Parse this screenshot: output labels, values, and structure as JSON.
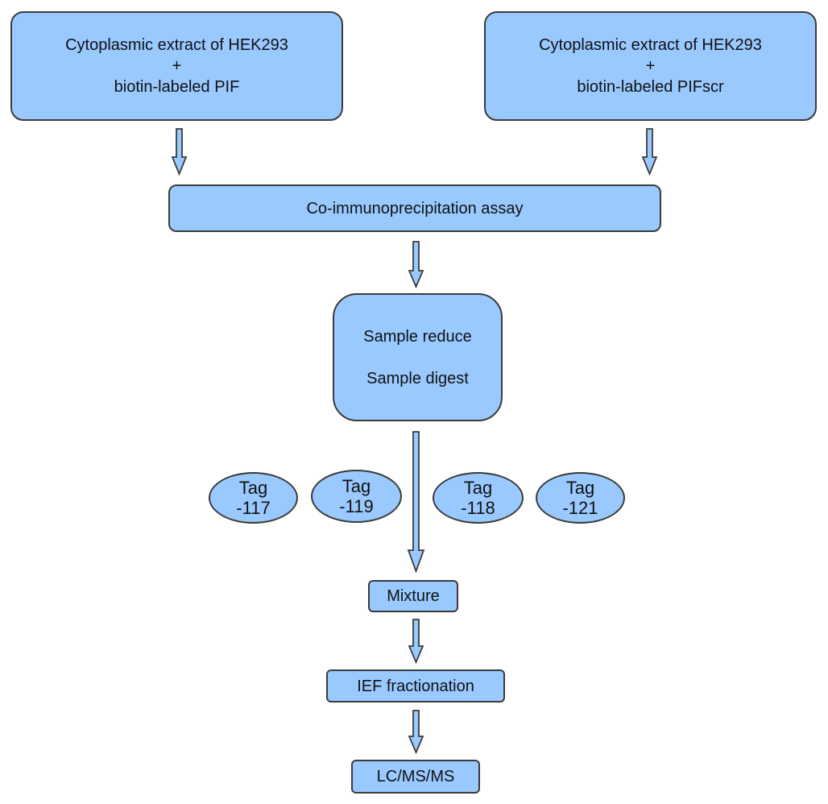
{
  "diagram": {
    "left_input": {
      "line1": "Cytoplasmic extract of HEK293",
      "line2": "+",
      "line3": "biotin-labeled PIF"
    },
    "right_input": {
      "line1": "Cytoplasmic extract of HEK293",
      "line2": "+",
      "line3": "biotin-labeled PIFscr"
    },
    "coip": "Co-immunoprecipitation assay",
    "sample": {
      "line1": "Sample reduce",
      "line2": "Sample digest"
    },
    "tags": [
      {
        "line1": "Tag",
        "line2": "-117"
      },
      {
        "line1": "Tag",
        "line2": "-119"
      },
      {
        "line1": "Tag",
        "line2": "-118"
      },
      {
        "line1": "Tag",
        "line2": "-121"
      }
    ],
    "mixture": "Mixture",
    "ief": "IEF fractionation",
    "lcms": "LC/MS/MS",
    "colors": {
      "box_fill": "#99c9ff",
      "border": "#3b3b3b"
    }
  }
}
